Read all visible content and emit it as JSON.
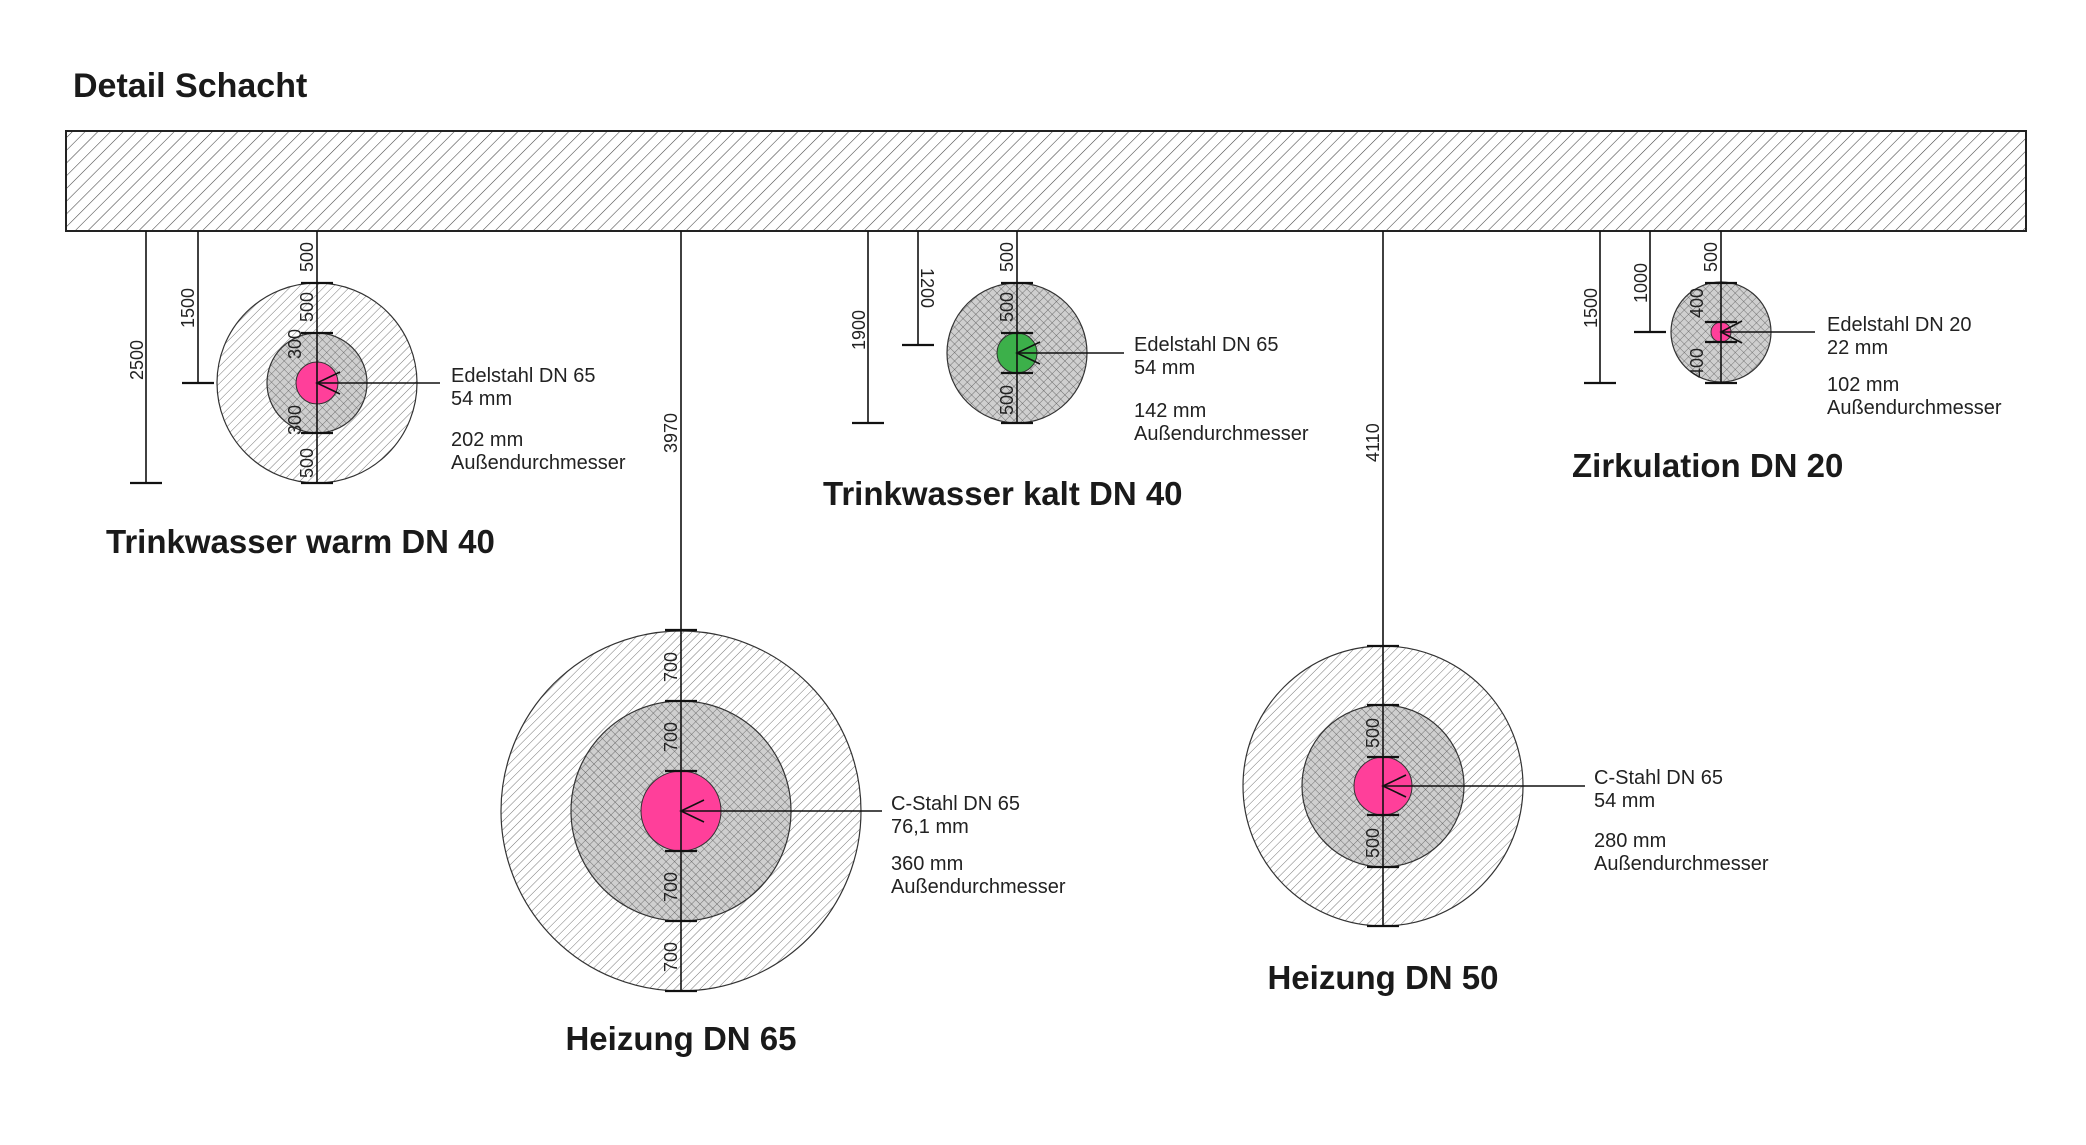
{
  "header": {
    "title": "Detail Schacht"
  },
  "colors": {
    "pink": "#ff3f9a",
    "green": "#3cb04a",
    "hatch": "#444444",
    "ring_fill": "#cfcfcf"
  },
  "pipes": [
    {
      "name": "Trinkwasser warm DN 40",
      "material": "Edelstahl DN 65",
      "size": "54 mm",
      "outer_value": "202 mm",
      "outer_label": "Außendurchmesser",
      "core_color": "pink",
      "insulation_layers": [
        "hatched",
        "crosshatched"
      ],
      "drop_dims": [
        "2500",
        "1500",
        "500"
      ],
      "ring_dims": [
        "500",
        "300",
        "300",
        "500"
      ]
    },
    {
      "name": "Heizung DN 65",
      "material": "C-Stahl DN 65",
      "size": "76,1 mm",
      "outer_value": "360 mm",
      "outer_label": "Außendurchmesser",
      "core_color": "pink",
      "insulation_layers": [
        "hatched",
        "crosshatched"
      ],
      "drop_dims": [
        "3970"
      ],
      "ring_dims": [
        "700",
        "700",
        "700",
        "700"
      ]
    },
    {
      "name": "Trinkwasser kalt DN 40",
      "material": "Edelstahl DN 65",
      "size": "54 mm",
      "outer_value": "142 mm",
      "outer_label": "Außendurchmesser",
      "core_color": "green",
      "insulation_layers": [
        "crosshatched"
      ],
      "drop_dims": [
        "1900",
        "1200",
        "500"
      ],
      "ring_dims": [
        "500",
        "500"
      ]
    },
    {
      "name": "Heizung DN 50",
      "material": "C-Stahl DN 65",
      "size": "54 mm",
      "outer_value": "280 mm",
      "outer_label": "Außendurchmesser",
      "core_color": "pink",
      "insulation_layers": [
        "hatched",
        "crosshatched"
      ],
      "drop_dims": [
        "4110"
      ],
      "ring_dims": [
        "500",
        "500"
      ]
    },
    {
      "name": "Zirkulation DN 20",
      "material": "Edelstahl DN 20",
      "size": "22 mm",
      "outer_value": "102 mm",
      "outer_label": "Außendurchmesser",
      "core_color": "pink",
      "insulation_layers": [
        "crosshatched"
      ],
      "drop_dims": [
        "1500",
        "1000",
        "500"
      ],
      "ring_dims": [
        "400",
        "400"
      ]
    }
  ]
}
